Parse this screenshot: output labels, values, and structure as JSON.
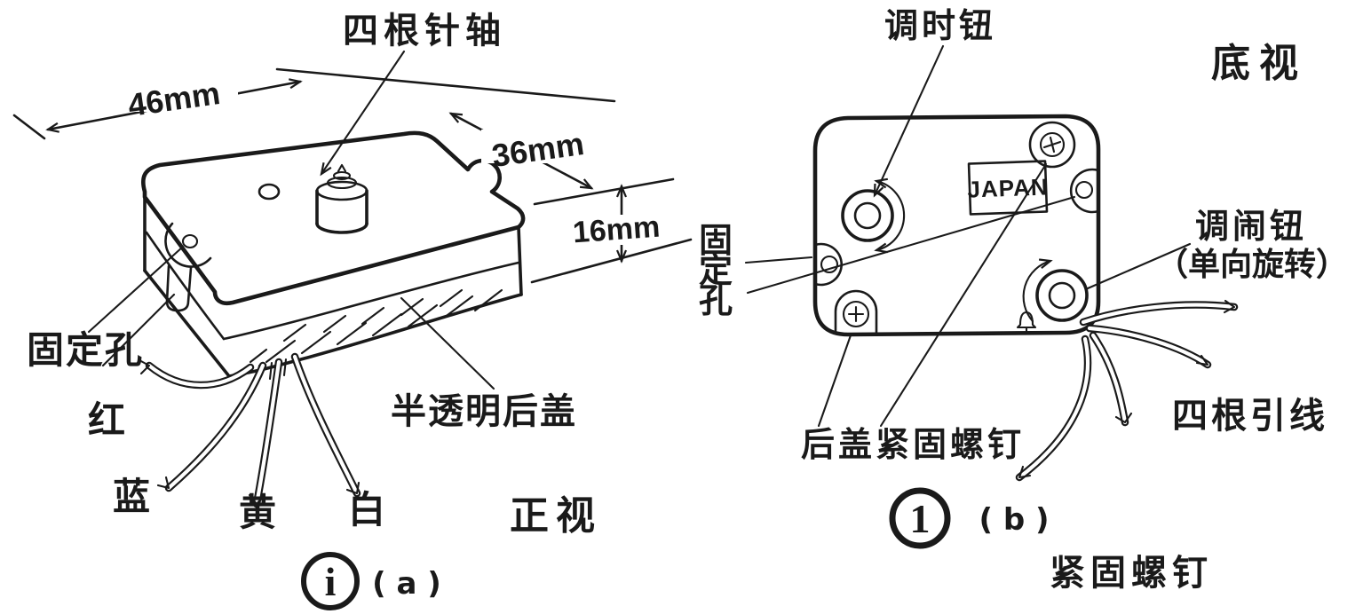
{
  "figure": {
    "background_color": "#ffffff",
    "ink_color": "#1a1a1a",
    "view_a": {
      "view_title": "正视",
      "marker_char": "i",
      "marker_caption": "( a )",
      "labels": {
        "shaft": "四根针轴",
        "fixing_hole": "固定孔",
        "translucent_cover": "半透明后盖"
      },
      "dimensions": {
        "width": "46mm",
        "depth": "36mm",
        "height": "16mm"
      },
      "wires": {
        "red": "红",
        "blue": "蓝",
        "yellow": "黄",
        "white": "白"
      }
    },
    "view_b": {
      "view_title": "底视",
      "marker_char": "1",
      "marker_caption": "( b )",
      "brand_stamp": "JAPAN",
      "labels": {
        "time_knob": "调时钮",
        "fixing_hole_chars": [
          "固",
          "定",
          "孔"
        ],
        "alarm_knob": "调闹钮",
        "alarm_knob_note": "（单向旋转）",
        "cover_screws": "后盖紧固螺钉",
        "lead_wires": "四根引线",
        "screws_caption": "紧固螺钉"
      }
    }
  }
}
